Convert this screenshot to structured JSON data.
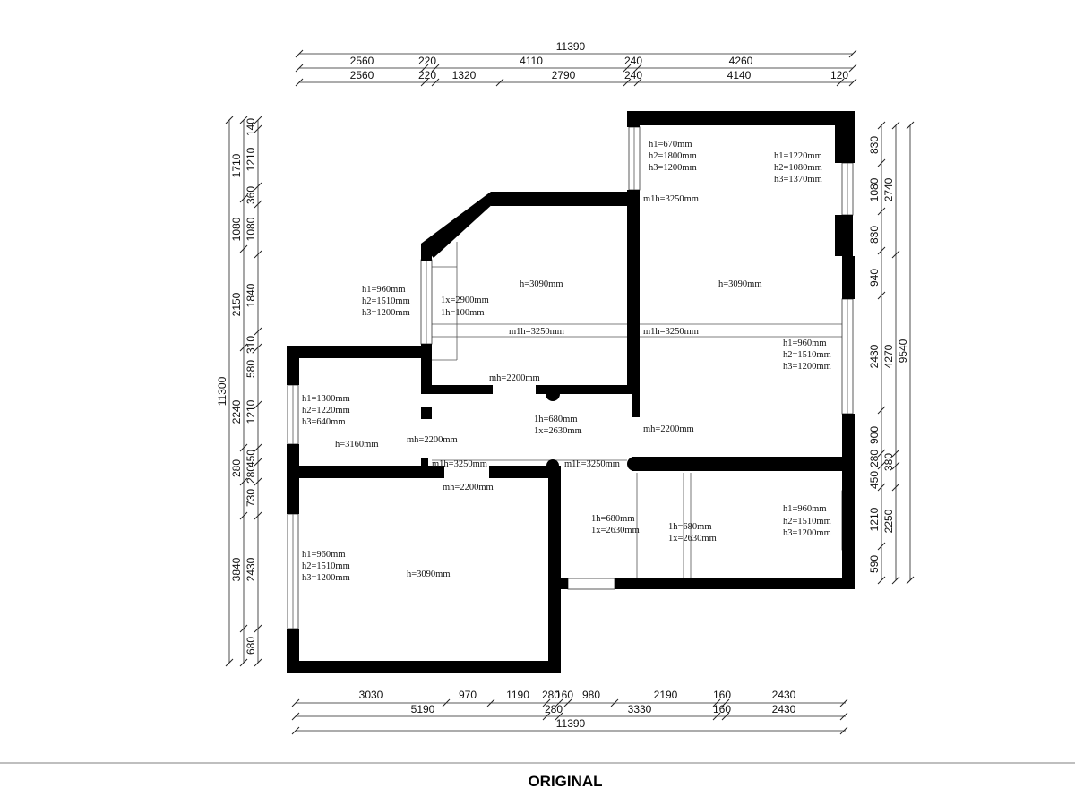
{
  "caption": "ORIGINAL",
  "dims": {
    "top": [
      "11390",
      "2560",
      "220",
      "4110",
      "240",
      "4260",
      "2560",
      "220",
      "1320",
      "2790",
      "240",
      "4140",
      "120"
    ],
    "bottom": [
      "3030",
      "970",
      "1190",
      "280",
      "160",
      "980",
      "2190",
      "160",
      "2430",
      "5190",
      "280",
      "3330",
      "160",
      "2430",
      "11390"
    ],
    "left": [
      "1710",
      "140",
      "1210",
      "360",
      "1080",
      "1080",
      "2150",
      "1840",
      "580",
      "310",
      "11300",
      "2240",
      "1210",
      "280",
      "450",
      "730",
      "280",
      "3840",
      "2430",
      "680"
    ],
    "right": [
      "830",
      "1080",
      "2740",
      "830",
      "940",
      "2430",
      "4270",
      "9540",
      "900",
      "280",
      "450",
      "380",
      "1210",
      "2250",
      "590"
    ]
  },
  "notes": {
    "n1": [
      "h1=670mm",
      "h2=1800mm",
      "h3=1200mm"
    ],
    "n2": [
      "h1=1220mm",
      "h2=1080mm",
      "h3=1370mm"
    ],
    "n3": "m1h=3250mm",
    "n4": "h=3090mm",
    "n5": "h=3090mm",
    "n6": [
      "h1=960mm",
      "h2=1510mm",
      "h3=1200mm"
    ],
    "n7": [
      "1x=2900mm",
      "1h=100mm"
    ],
    "n8": "m1h=3250mm",
    "n9": "m1h=3250mm",
    "n10": [
      "h1=960mm",
      "h2=1510mm",
      "h3=1200mm"
    ],
    "n11": "mh=2200mm",
    "n12": [
      "h1=1300mm",
      "h2=1220mm",
      "h3=640mm"
    ],
    "n13": "h=3160mm",
    "n14": "mh=2200mm",
    "n15": [
      "1h=680mm",
      "1x=2630mm"
    ],
    "n16": "mh=2200mm",
    "n17": "m1h=3250mm",
    "n18": "m1h=3250mm",
    "n19": "mh=2200mm",
    "n20": [
      "1h=680mm",
      "1x=2630mm"
    ],
    "n21": [
      "1h=680mm",
      "1x=2630mm"
    ],
    "n22": [
      "h1=960mm",
      "h2=1510mm",
      "h3=1200mm"
    ],
    "n23": [
      "h1=960mm",
      "h2=1510mm",
      "h3=1200mm"
    ],
    "n24": "h=3090mm"
  }
}
